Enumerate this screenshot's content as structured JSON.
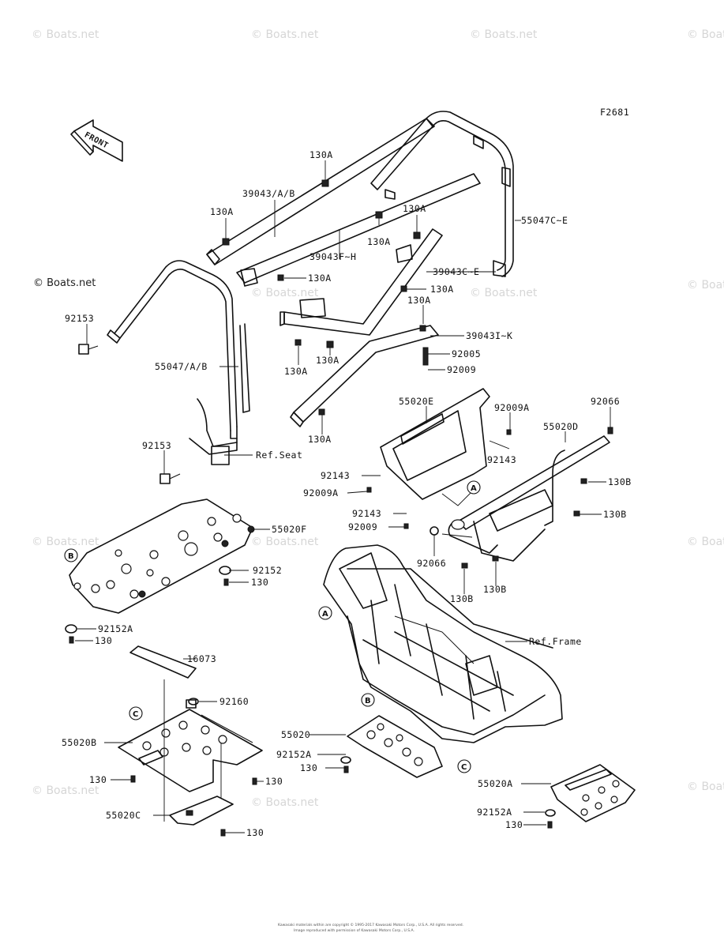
{
  "figure_code": "F2681",
  "front_label": "FRONT",
  "watermark": "© Boats.net",
  "footer": [
    "Kawasaki materials within are copyright © 1995-2017 Kawasaki Motors Corp., U.S.A. All rights reserved.",
    "Image reproduced with permission of Kawasaki Motors Corp., U.S.A."
  ],
  "callouts": {
    "c130a_1": "130A",
    "p39043ab": "39043/A/B",
    "c130a_2": "130A",
    "c130a_3": "130A",
    "c130a_4": "130A",
    "p55047ce": "55047C~E",
    "p39043fh": "39043F~H",
    "c130a_5": "130A",
    "p39043ce": "39043C~E",
    "c130a_6": "130A",
    "p92153_1": "92153",
    "c130a_7": "130A",
    "p39043ik": "39043I~K",
    "p92005": "92005",
    "p92009": "92009",
    "p55047ab": "55047/A/B",
    "c130a_8": "130A",
    "c130a_9": "130A",
    "c130a_10": "130A",
    "p55020e": "55020E",
    "p92009a_1": "92009A",
    "p92066_1": "92066",
    "p55020d": "55020D",
    "p92153_2": "92153",
    "ref_seat": "Ref.Seat",
    "p92143_1": "92143",
    "p92143_2": "92143",
    "c130b_1": "130B",
    "p92009a_2": "92009A",
    "p92143_3": "92143",
    "c130b_2": "130B",
    "p92009_2": "92009",
    "p55020f": "55020F",
    "p92066_2": "92066",
    "p92152": "92152",
    "c130_1": "130",
    "c130b_3": "130B",
    "c130b_4": "130B",
    "p92152a_1": "92152A",
    "c130_2": "130",
    "ref_frame": "Ref.Frame",
    "p16073": "16073",
    "p92160": "92160",
    "p55020b": "55020B",
    "p55020": "55020",
    "p92152a_2": "92152A",
    "c130_3": "130",
    "c130_4": "130",
    "c130_5": "130",
    "p55020a": "55020A",
    "p55020c": "55020C",
    "c130_6": "130",
    "p92152a_3": "92152A",
    "c130_7": "130"
  },
  "markers": {
    "a": "A",
    "b": "B",
    "c": "C"
  }
}
